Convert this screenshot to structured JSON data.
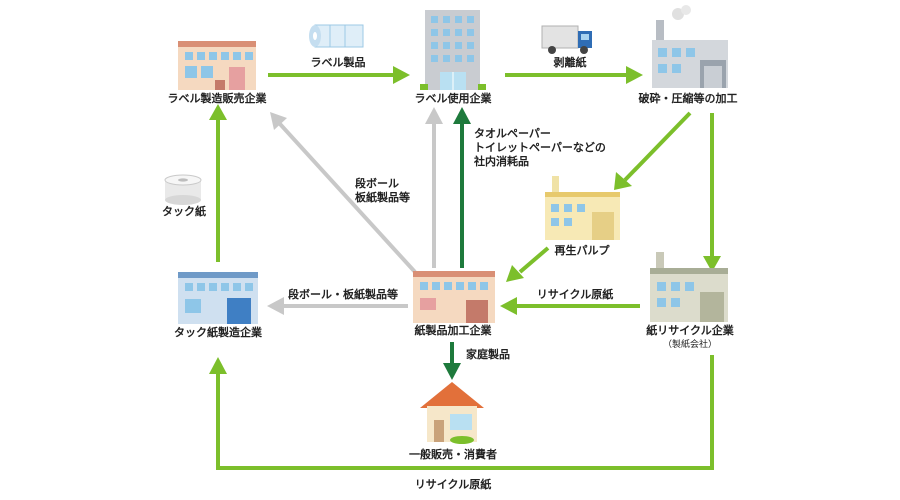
{
  "nodes": {
    "label_maker": "ラベル製造販売企業",
    "label_user": "ラベル使用企業",
    "crusher": "破砕・圧縮等の加工",
    "pulp": "再生パルプ",
    "paper_recycler": "紙リサイクル企業",
    "paper_recycler_sub": "（製紙会社）",
    "paper_processor": "紙製品加工企業",
    "tack_maker": "タック紙製造企業",
    "consumer": "一般販売・消費者",
    "tack_paper": "タック紙"
  },
  "edges": {
    "label_product": "ラベル製品",
    "release_paper": "剥離紙",
    "consumables_line1": "タオルペーパー",
    "consumables_line2": "トイレットペーパーなどの",
    "consumables_line3": "社内消耗品",
    "cardboard_line1": "段ボール",
    "cardboard_line2": "板紙製品等",
    "cardboard_board": "段ボール・板紙製品等",
    "recycled_paper": "リサイクル原紙",
    "household": "家庭製品",
    "recycled_paper_bottom": "リサイクル原紙"
  },
  "colors": {
    "light_green": "#7cbf2b",
    "dark_green": "#1e7a3c",
    "gray": "#c8c8c8"
  }
}
